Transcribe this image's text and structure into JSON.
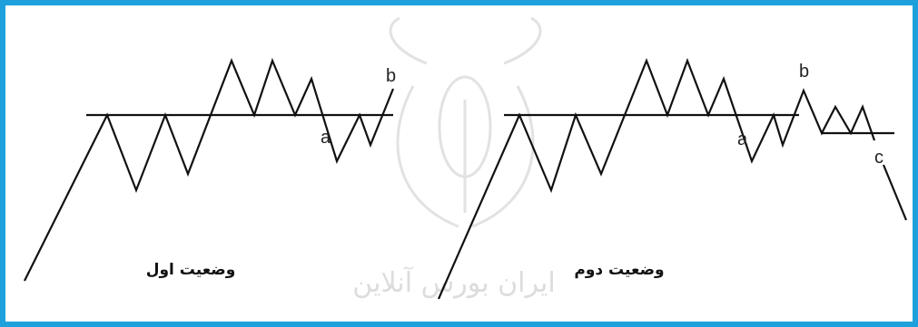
{
  "frame": {
    "border_color": "#1ea0dc",
    "background": "#ffffff"
  },
  "line_color": "#111111",
  "watermark": {
    "text": "ایران بورس آنلاین",
    "color": "#dcdcdc"
  },
  "diagrams": [
    {
      "label": "وضعیت اول",
      "points": [
        {
          "id": "a",
          "text": "a"
        },
        {
          "id": "b",
          "text": "b"
        }
      ]
    },
    {
      "label": "وضعیت دوم",
      "points": [
        {
          "id": "a",
          "text": "a"
        },
        {
          "id": "b",
          "text": "b"
        },
        {
          "id": "c",
          "text": "c"
        }
      ]
    }
  ]
}
